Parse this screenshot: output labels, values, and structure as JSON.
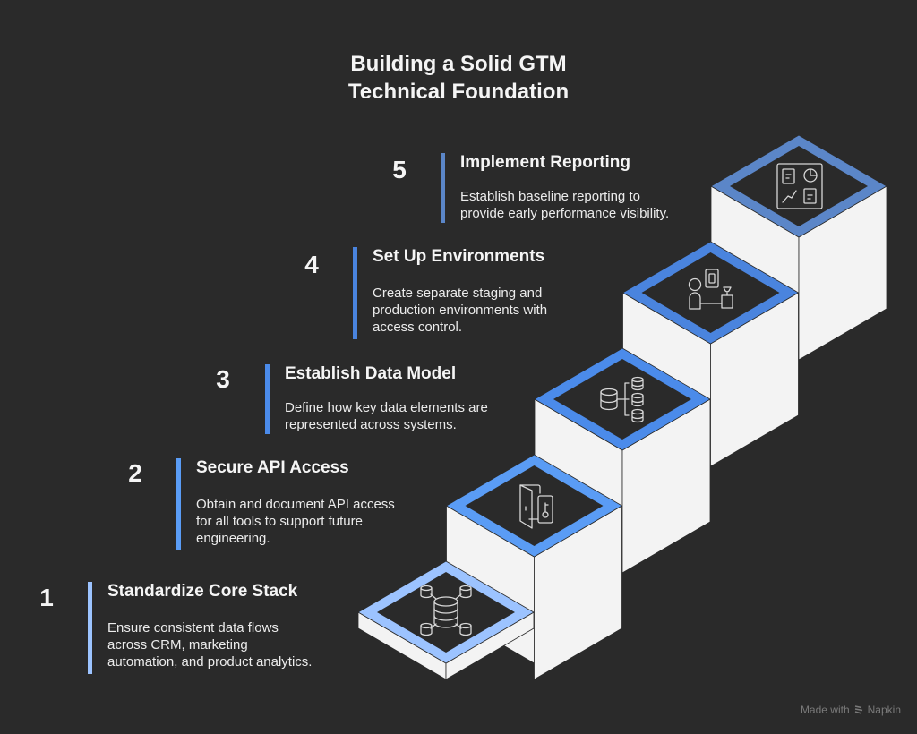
{
  "title": {
    "line1": "Building a Solid GTM",
    "line2": "Technical Foundation"
  },
  "steps": [
    {
      "number": "1",
      "heading": "Standardize Core Stack",
      "description": "Ensure consistent data flows across CRM, marketing automation, and product analytics.",
      "desc_lines": [
        "Ensure consistent data flows",
        "across CRM, marketing",
        "automation, and product analytics."
      ],
      "icon": "database-network-icon",
      "color": "#9cc3ff"
    },
    {
      "number": "2",
      "heading": "Secure API Access",
      "description": "Obtain and document API access for all tools to support future engineering.",
      "desc_lines": [
        "Obtain and document API access",
        "for all tools to support future",
        "engineering."
      ],
      "icon": "door-key-icon",
      "color": "#5a9cf5"
    },
    {
      "number": "3",
      "heading": "Establish Data Model",
      "description": "Define how key data elements are represented across systems.",
      "desc_lines": [
        "Define how key data elements are",
        "represented across systems."
      ],
      "icon": "database-hierarchy-icon",
      "color": "#4b8bea"
    },
    {
      "number": "4",
      "heading": "Set Up Environments",
      "description": "Create separate staging and production environments with access control.",
      "desc_lines": [
        "Create separate staging and",
        "production environments with",
        "access control."
      ],
      "icon": "environment-access-icon",
      "color": "#4a84de"
    },
    {
      "number": "5",
      "heading": "Implement Reporting",
      "description": "Establish baseline reporting to provide early performance visibility.",
      "desc_lines": [
        "Establish baseline reporting to",
        "provide early performance visibility."
      ],
      "icon": "dashboard-report-icon",
      "color": "#5b86c8"
    }
  ],
  "watermark": {
    "prefix": "Made with",
    "brand": "Napkin",
    "icon": "napkin-logo-icon"
  },
  "colors": {
    "background": "#2a2a2a",
    "step_face": "#f3f3f3",
    "icon_stroke": "#d8d8d8"
  }
}
